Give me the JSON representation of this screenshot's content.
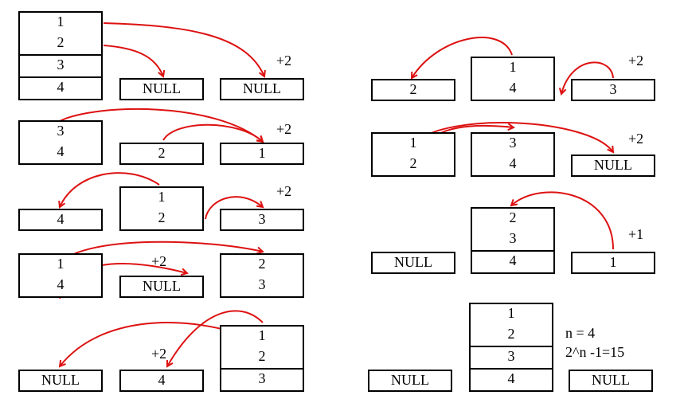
{
  "panels": [
    {
      "stacks": [
        [
          "1",
          "2",
          "3",
          "4"
        ],
        [
          "NULL"
        ],
        [
          "NULL"
        ]
      ],
      "step": "+2"
    },
    {
      "stacks": [
        [
          "3",
          "4"
        ],
        [
          "2"
        ],
        [
          "1"
        ]
      ],
      "step": "+2"
    },
    {
      "stacks": [
        [
          "4"
        ],
        [
          "1",
          "2"
        ],
        [
          "3"
        ]
      ],
      "step": "+2"
    },
    {
      "stacks": [
        [
          "1",
          "4"
        ],
        [
          "NULL"
        ],
        [
          "2",
          "3"
        ]
      ],
      "step": "+2"
    },
    {
      "stacks": [
        [
          "NULL"
        ],
        [
          "4"
        ],
        [
          "1",
          "2",
          "3"
        ]
      ],
      "step": "+2"
    },
    {
      "stacks": [
        [
          "2"
        ],
        [
          "1",
          "4"
        ],
        [
          "3"
        ]
      ],
      "step": "+2"
    },
    {
      "stacks": [
        [
          "1",
          "2"
        ],
        [
          "3",
          "4"
        ],
        [
          "NULL"
        ]
      ],
      "step": "+2"
    },
    {
      "stacks": [
        [
          "NULL"
        ],
        [
          "2",
          "3",
          "4"
        ],
        [
          "1"
        ]
      ],
      "step": "+1"
    },
    {
      "stacks": [
        [
          "NULL"
        ],
        [
          "1",
          "2",
          "3",
          "4"
        ],
        [
          "NULL"
        ]
      ],
      "step": ""
    }
  ],
  "summary": {
    "n_line": "n = 4",
    "moves_line": "2^n -1=15"
  },
  "colors": {
    "arrow": "#dd1111",
    "border": "#000000"
  }
}
